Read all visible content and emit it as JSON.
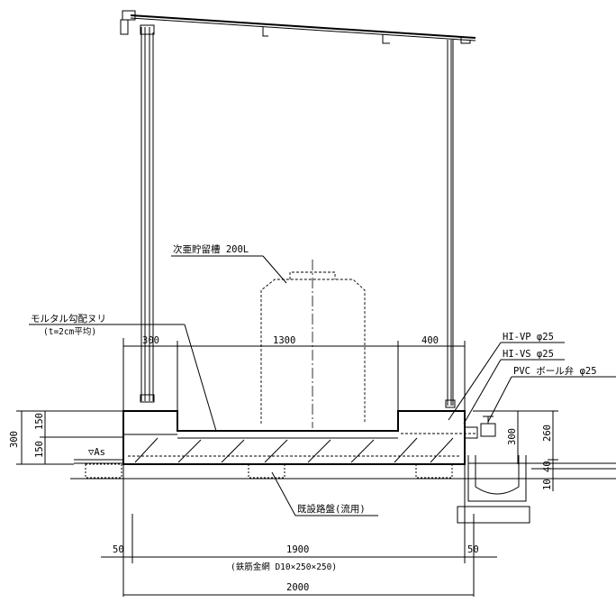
{
  "labels": {
    "tank": "次亜貯留槽 200L",
    "mortar_line1": "モルタル勾配ヌリ",
    "mortar_line2": "(t=2cm平均)",
    "pipe1": "HI-VP φ25",
    "pipe2": "HI-VS φ25",
    "valve": "PVC ボール弁 φ25",
    "subbase": "既設路盤(流用)",
    "water_level": "▽As",
    "rebar": "(鉄筋金網 D10×250×250)"
  },
  "dimensions": {
    "top_left": "300",
    "top_mid": "1300",
    "top_right": "400",
    "left_total": "300",
    "left_upper": "150",
    "left_lower": "150",
    "right_total": "300",
    "right_upper": "260",
    "right_lower_a": "40",
    "right_lower_b": "10",
    "bot_left_margin": "50",
    "bot_main": "1900",
    "bot_right_margin": "50",
    "bot_total": "2000"
  }
}
